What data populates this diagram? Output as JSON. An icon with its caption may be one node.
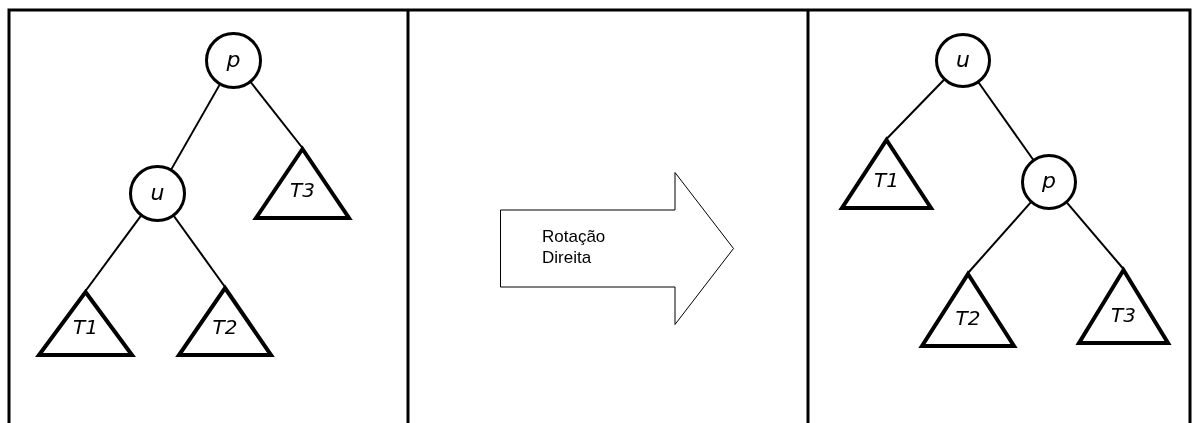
{
  "diagram": {
    "nodes": [
      {
        "text": [
          "p"
        ]
      },
      {
        "text": [
          "u"
        ]
      },
      {
        "text": [
          "T1"
        ]
      },
      {
        "text": [
          "T2"
        ]
      },
      {
        "text": [
          "T3"
        ]
      },
      {
        "text": [
          "Rotação Direita"
        ]
      },
      {
        "text": [
          "u"
        ]
      },
      {
        "text": [
          "T1"
        ]
      },
      {
        "text": [
          "p"
        ]
      },
      {
        "text": [
          "T2"
        ]
      },
      {
        "text": [
          "T3"
        ]
      }
    ],
    "edges": [
      {
        "from": 0,
        "to": 1,
        "arrow": "none"
      },
      {
        "from": 0,
        "to": 4,
        "arrow": "none"
      },
      {
        "from": 1,
        "to": 2,
        "arrow": "none"
      },
      {
        "from": 1,
        "to": 3,
        "arrow": "none"
      },
      {
        "from": 6,
        "to": 7,
        "arrow": "none"
      },
      {
        "from": 6,
        "to": 8,
        "arrow": "none"
      },
      {
        "from": 8,
        "to": 9,
        "arrow": "none"
      },
      {
        "from": 8,
        "to": 10,
        "arrow": "none"
      }
    ]
  }
}
